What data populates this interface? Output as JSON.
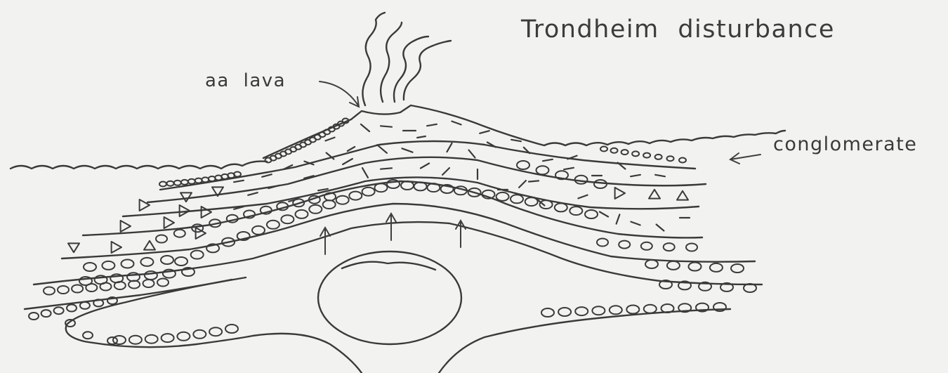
{
  "diagram": {
    "title": "Trondheim disturbance",
    "labels": {
      "lava": "aa lava",
      "conglomerate": "conglomerate"
    },
    "colors": {
      "paper": "#f2f2f0",
      "ink": "#3a3a3a"
    }
  }
}
